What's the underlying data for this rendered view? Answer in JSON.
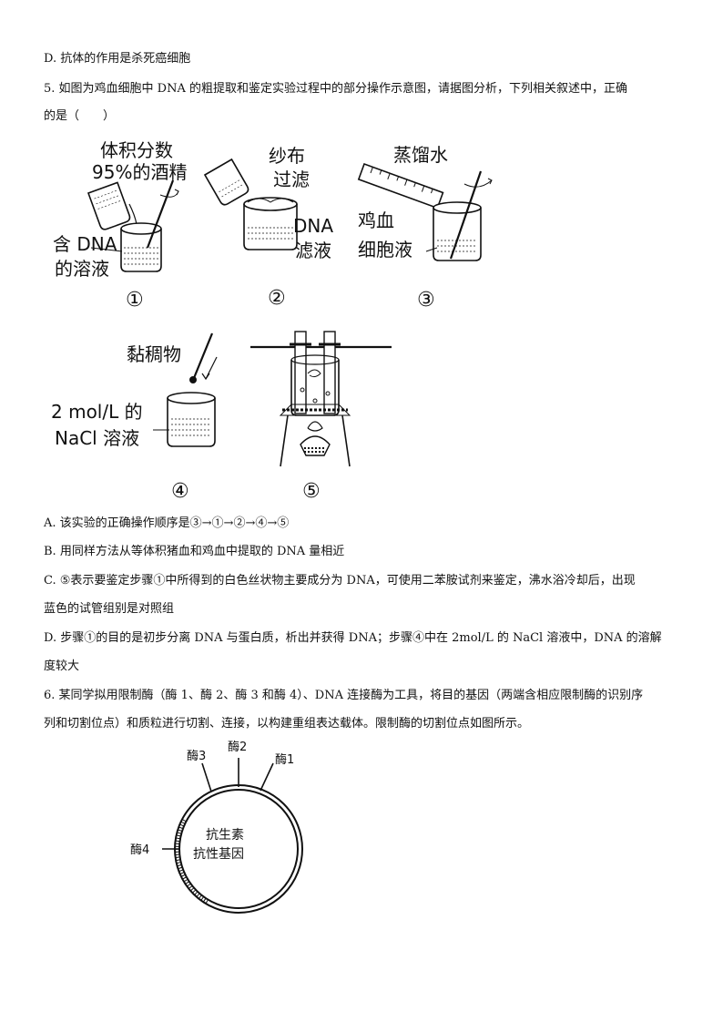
{
  "lines": {
    "l1": "D. 抗体的作用是杀死癌细胞",
    "q5a": "5. 如图为鸡血细胞中 DNA 的粗提取和鉴定实验过程中的部分操作示意图，请据图分析，下列相关叙述中，正确",
    "q5b": "的是（　　）",
    "optA": "A. 该实验的正确操作顺序是③→①→②→④→⑤",
    "optB": "B. 用同样方法从等体积猪血和鸡血中提取的 DNA 量相近",
    "optC1": "C. ⑤表示要鉴定步骤①中所得到的白色丝状物主要成分为 DNA，可使用二苯胺试剂来鉴定，沸水浴冷却后，出现",
    "optC2": "蓝色的试管组别是对照组",
    "optD1": "D. 步骤①的目的是初步分离 DNA 与蛋白质，析出并获得 DNA；步骤④中在 2mol/L 的 NaCl 溶液中，DNA 的溶解",
    "optD2": "度较大",
    "q6a": "6. 某同学拟用限制酶（酶 1、酶 2、酶 3 和酶 4）、DNA 连接酶为工具，将目的基因（两端含相应限制酶的识别序",
    "q6b": "列和切割位点）和质粒进行切割、连接，以构建重组表达载体。限制酶的切割位点如图所示。"
  },
  "figure1": {
    "step1": {
      "top1": "体积分数",
      "top2": "95%的酒精",
      "side1": "含 DNA",
      "side2": "的溶液",
      "num": "①"
    },
    "step2": {
      "top1": "纱布",
      "top2": "过滤",
      "side1": "DNA",
      "side2": "滤液",
      "num": "②"
    },
    "step3": {
      "top": "蒸馏水",
      "side1": "鸡血",
      "side2": "细胞液",
      "num": "③"
    },
    "step4": {
      "top": "黏稠物",
      "side1": "2 mol/L 的",
      "side2": "NaCl 溶液",
      "num": "④"
    },
    "step5": {
      "num": "⑤"
    }
  },
  "plasmid": {
    "enzyme1": "酶1",
    "enzyme2": "酶2",
    "enzyme3": "酶3",
    "enzyme4": "酶4",
    "gene1": "抗生素",
    "gene2": "抗性基因"
  }
}
